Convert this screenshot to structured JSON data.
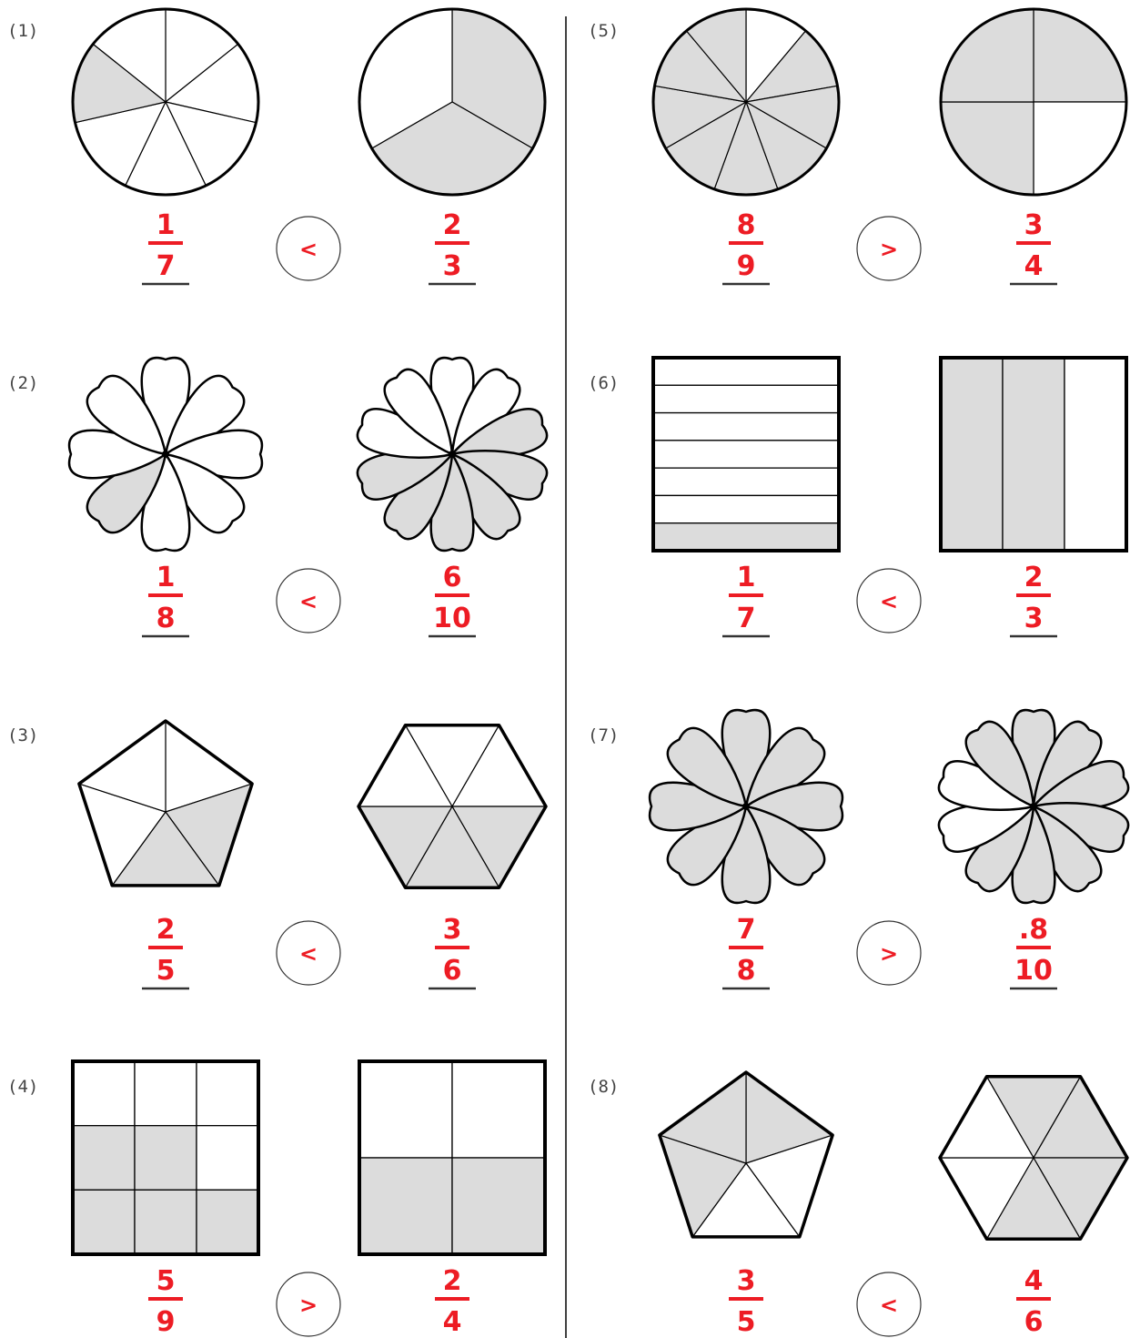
{
  "colors": {
    "shade": "#dcdcdc",
    "ink": "#000000",
    "answer": "#ed1c24",
    "label": "#444444"
  },
  "problems": [
    {
      "label": "(1)",
      "sign": "<",
      "left": {
        "shape": "circle",
        "parts": 7,
        "shaded": [
          5
        ],
        "numerator": "1",
        "denominator": "7"
      },
      "right": {
        "shape": "circle",
        "parts": 3,
        "shaded": [
          0,
          1
        ],
        "numerator": "2",
        "denominator": "3"
      }
    },
    {
      "label": "(2)",
      "sign": "<",
      "left": {
        "shape": "flower",
        "parts": 8,
        "shaded": [
          5
        ],
        "numerator": "1",
        "denominator": "8"
      },
      "right": {
        "shape": "flower",
        "parts": 10,
        "shaded": [
          2,
          3,
          4,
          5,
          6,
          7
        ],
        "numerator": "6",
        "denominator": "10"
      }
    },
    {
      "label": "(3)",
      "sign": "<",
      "left": {
        "shape": "pentagon",
        "parts": 5,
        "shaded": [
          1,
          2
        ],
        "numerator": "2",
        "denominator": "5"
      },
      "right": {
        "shape": "hexagon",
        "parts": 6,
        "shaded": [
          2,
          3,
          4
        ],
        "numerator": "3",
        "denominator": "6"
      }
    },
    {
      "label": "(4)",
      "sign": ">",
      "left": {
        "shape": "grid",
        "rows": 3,
        "cols": 3,
        "shaded": [
          3,
          4,
          6,
          7,
          8
        ],
        "numerator": "5",
        "denominator": "9"
      },
      "right": {
        "shape": "grid",
        "rows": 2,
        "cols": 2,
        "shaded": [
          2,
          3
        ],
        "numerator": "2",
        "denominator": "4"
      }
    },
    {
      "label": "(5)",
      "sign": ">",
      "left": {
        "shape": "circle",
        "parts": 9,
        "shaded": [
          1,
          2,
          3,
          4,
          5,
          6,
          7,
          8
        ],
        "numerator": "8",
        "denominator": "9"
      },
      "right": {
        "shape": "circle",
        "parts": 4,
        "shaded": [
          0,
          2,
          3
        ],
        "numerator": "3",
        "denominator": "4"
      }
    },
    {
      "label": "(6)",
      "sign": "<",
      "left": {
        "shape": "hstrips",
        "parts": 7,
        "shaded": [
          6
        ],
        "numerator": "1",
        "denominator": "7"
      },
      "right": {
        "shape": "vstrips",
        "parts": 3,
        "shaded": [
          0,
          1
        ],
        "numerator": "2",
        "denominator": "3"
      }
    },
    {
      "label": "(7)",
      "sign": ">",
      "left": {
        "shape": "flower",
        "parts": 8,
        "shaded": [
          0,
          1,
          2,
          3,
          4,
          5,
          6,
          7
        ],
        "numerator": "7",
        "denominator": "8"
      },
      "right": {
        "shape": "flower",
        "parts": 10,
        "shaded": [
          0,
          1,
          2,
          3,
          4,
          5,
          6,
          9
        ],
        "numerator": ".8",
        "denominator": "10"
      }
    },
    {
      "label": "(8)",
      "sign": "<",
      "left": {
        "shape": "pentagon",
        "parts": 5,
        "shaded": [
          0,
          4,
          3
        ],
        "numerator": "3",
        "denominator": "5"
      },
      "right": {
        "shape": "hexagon",
        "parts": 6,
        "shaded": [
          0,
          1,
          2,
          3
        ],
        "numerator": "4",
        "denominator": "6"
      }
    }
  ]
}
